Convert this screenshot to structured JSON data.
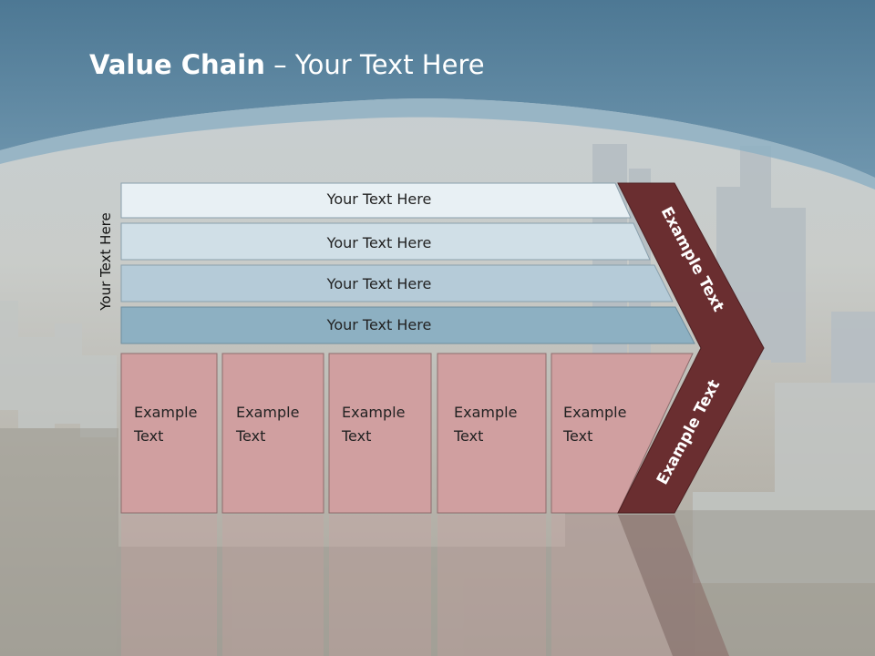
{
  "title": {
    "bold": "Value Chain",
    "rest": " – Your Text Here"
  },
  "side_label": "Your Text Here",
  "rows": [
    {
      "label": "Your Text Here",
      "fill": "#e8f0f4"
    },
    {
      "label": "Your Text Here",
      "fill": "#d0dfe7"
    },
    {
      "label": "Your Text Here",
      "fill": "#b5cbd8"
    },
    {
      "label": "Your Text Here",
      "fill": "#8db0c2"
    }
  ],
  "boxes": [
    {
      "line1": "Example",
      "line2": "Text"
    },
    {
      "line1": "Example",
      "line2": "Text"
    },
    {
      "line1": "Example",
      "line2": "Text"
    },
    {
      "line1": "Example",
      "line2": "Text"
    },
    {
      "line1": "Example",
      "line2": "Text"
    }
  ],
  "arrow": {
    "upper": "Example Text",
    "lower": "Example Text"
  },
  "colors": {
    "header": "#5b85a0",
    "box_fill": "#d09fa0",
    "arrow_fill": "#6a2e30"
  }
}
